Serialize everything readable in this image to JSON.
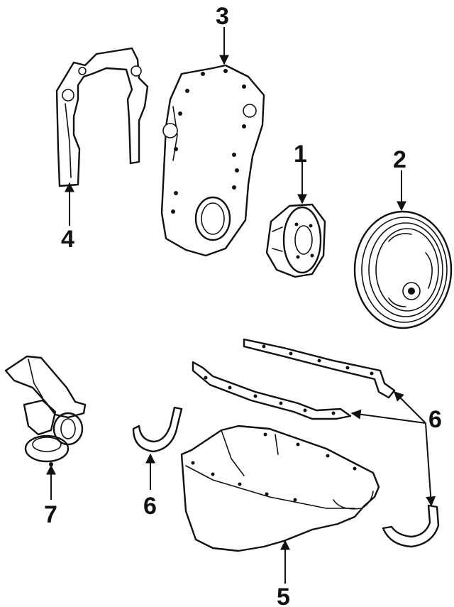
{
  "callouts": [
    {
      "id": "1",
      "text": "1"
    },
    {
      "id": "2",
      "text": "2"
    },
    {
      "id": "3",
      "text": "3"
    },
    {
      "id": "4",
      "text": "4"
    },
    {
      "id": "5",
      "text": "5"
    },
    {
      "id": "6a",
      "text": "6"
    },
    {
      "id": "6b",
      "text": "6"
    },
    {
      "id": "7",
      "text": "7"
    }
  ]
}
